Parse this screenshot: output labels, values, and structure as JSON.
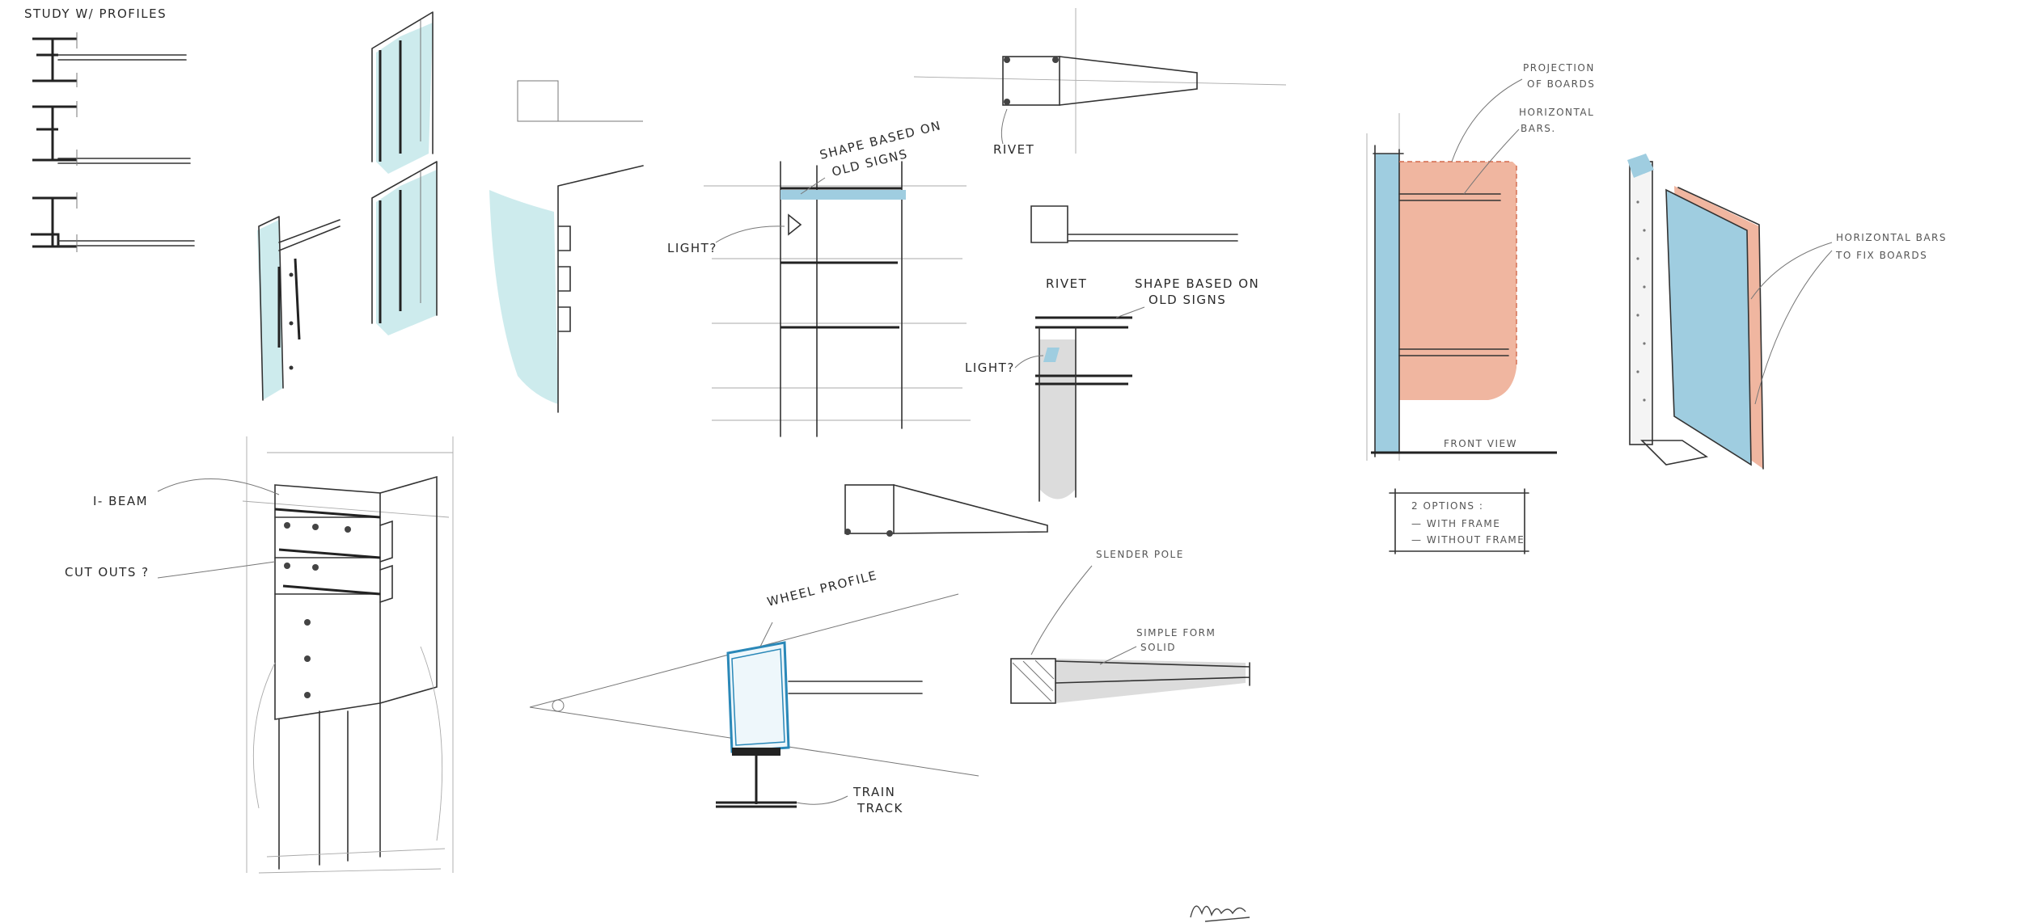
{
  "labels": {
    "study_title": "STUDY W/ PROFILES",
    "shape_based_1_a": "SHAPE BASED ON",
    "shape_based_1_b": "OLD SIGNS",
    "light_1": "LIGHT?",
    "rivet_top": "RIVET",
    "rivet_mid": "RIVET",
    "shape_based_2_a": "SHAPE BASED ON",
    "shape_based_2_b": "OLD SIGNS",
    "light_2": "LIGHT?",
    "projection_a": "PROJECTION",
    "projection_b": "OF BOARDS",
    "horizontal_a": "HORIZONTAL",
    "horizontal_b": "BARS.",
    "front_view": "FRONT VIEW",
    "options_title": "2 OPTIONS :",
    "option_1": "— WITH FRAME",
    "option_2": "— WITHOUT FRAME",
    "hbars_a": "HORIZONTAL BARS",
    "hbars_b": "TO FIX BOARDS",
    "i_beam": "I- BEAM",
    "cutouts": "CUT OUTS ?",
    "wheel_profile": "WHEEL PROFILE",
    "train_a": "TRAIN",
    "train_b": "TRACK",
    "slender_pole": "SLENDER POLE",
    "simple_form_a": "SIMPLE FORM",
    "simple_form_b": "SOLID"
  },
  "colors": {
    "ink": "#2a2a2a",
    "blue_wash": "#9fcde0",
    "pale_blue_wash": "#cdebed",
    "orange_wash": "#f0b6a0",
    "grey_wash": "#dcdcdc",
    "wheel_blue": "#2a88b8"
  }
}
